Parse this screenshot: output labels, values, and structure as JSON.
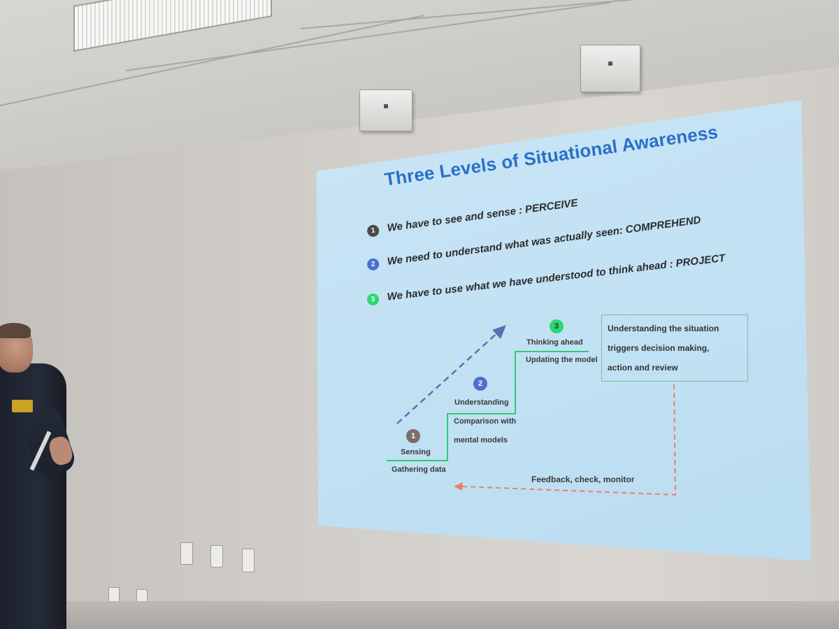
{
  "slide": {
    "title": "Three Levels of Situational Awareness",
    "levels": [
      {
        "number": "1",
        "text": "We have to see and sense  : PERCEIVE",
        "color": "#4a4a4a"
      },
      {
        "number": "2",
        "text": "We need to understand what was actually seen: COMPREHEND",
        "color": "#4a6fd1"
      },
      {
        "number": "3",
        "text": "We have to use what we have understood to think ahead : PROJECT",
        "color": "#2ed573"
      }
    ],
    "diagram": {
      "step1": {
        "number": "1",
        "label": "Sensing",
        "sub": "Gathering data",
        "color": "#7b6e68"
      },
      "step2": {
        "number": "2",
        "label": "Understanding",
        "sub1": "Comparison with",
        "sub2": "mental models",
        "color": "#4a6fd1"
      },
      "step3": {
        "number": "3",
        "label": "Thinking ahead",
        "sub": "Updating the model",
        "color": "#2ed573"
      },
      "box_lines": [
        "Understanding the situation",
        "triggers decision making,",
        "action and  review"
      ],
      "feedback_label": "Feedback, check, monitor"
    }
  },
  "colors": {
    "title": "#2a6fc9",
    "stair": "#2ecc71",
    "arrow_up": "#5b6fb8",
    "feedback": "#e8806a"
  }
}
